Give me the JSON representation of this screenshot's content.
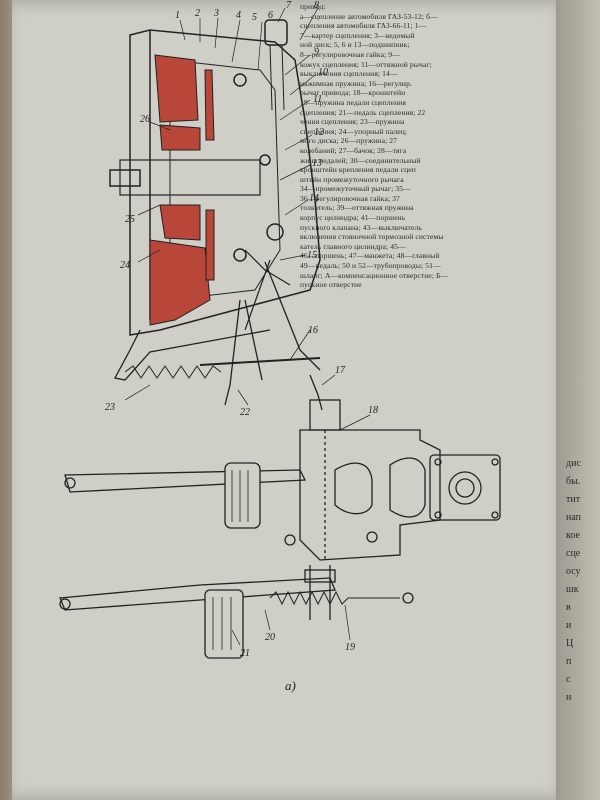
{
  "caption": {
    "lines": [
      "привод:",
      "а—сцепление автомобиля ГАЗ-53-12; б—",
      "сцепления автомобиля ГАЗ-66-11; 1—",
      "7—картер сцепления; 3—ведомый",
      "ной диск; 5, 6 и 13—подшипник;",
      "8—регулировочная гайка; 9—",
      "кожух сцепления; 11—оттяжной рычаг;",
      "выключения сцепления; 14—",
      "нажимная пружина; 16—регулир.",
      "рычаг привода; 18—кронштейн",
      "19—пружина педали сцепления",
      "сцепления; 21—педаль сцепления; 22",
      "чения сцепления; 23—пружина",
      "сцепления; 24—упорный палец;",
      "мого диска; 26—пружина; 27",
      "колебаний; 27—бачок; 28—тяга",
      "жина педалей; 30—соединительный",
      "кронштейн крепления педали сцеп",
      "штейн промежуточного рычага",
      "34—промежуточный рычаг; 35—",
      "36—регулировочная гайка; 37",
      "толкатель; 39—оттяжная пружина",
      "корпус цилиндра; 41—поршень",
      "пускного клапана; 43—выключатель",
      "включения стояночной тормозной системы",
      "катель главного цилиндра; 45—",
      "46—поршень; 47—манжета; 48—главный",
      "49—педаль; 50 и 52—трубопроводы; 51—",
      "шланг; А—компенсационное отверстие; Б—",
      "пускное отверстие"
    ]
  },
  "right_page_lines": [
    "дис",
    "бы.",
    "тит",
    "нап",
    "кое",
    "",
    "сце",
    "осу",
    "шк",
    "в",
    "и",
    "Ц",
    "п",
    "с",
    "н"
  ],
  "figure": {
    "label": "а)",
    "part_numbers": [
      "1",
      "2",
      "3",
      "4",
      "5",
      "6",
      "7",
      "8",
      "9",
      "10",
      "11",
      "12",
      "13",
      "14",
      "15",
      "16",
      "17",
      "18",
      "19",
      "20",
      "21",
      "22",
      "23",
      "24",
      "25",
      "26"
    ]
  },
  "colors": {
    "paper": "#cfcfc7",
    "ink": "#222222",
    "section_red": "#b8473a"
  }
}
